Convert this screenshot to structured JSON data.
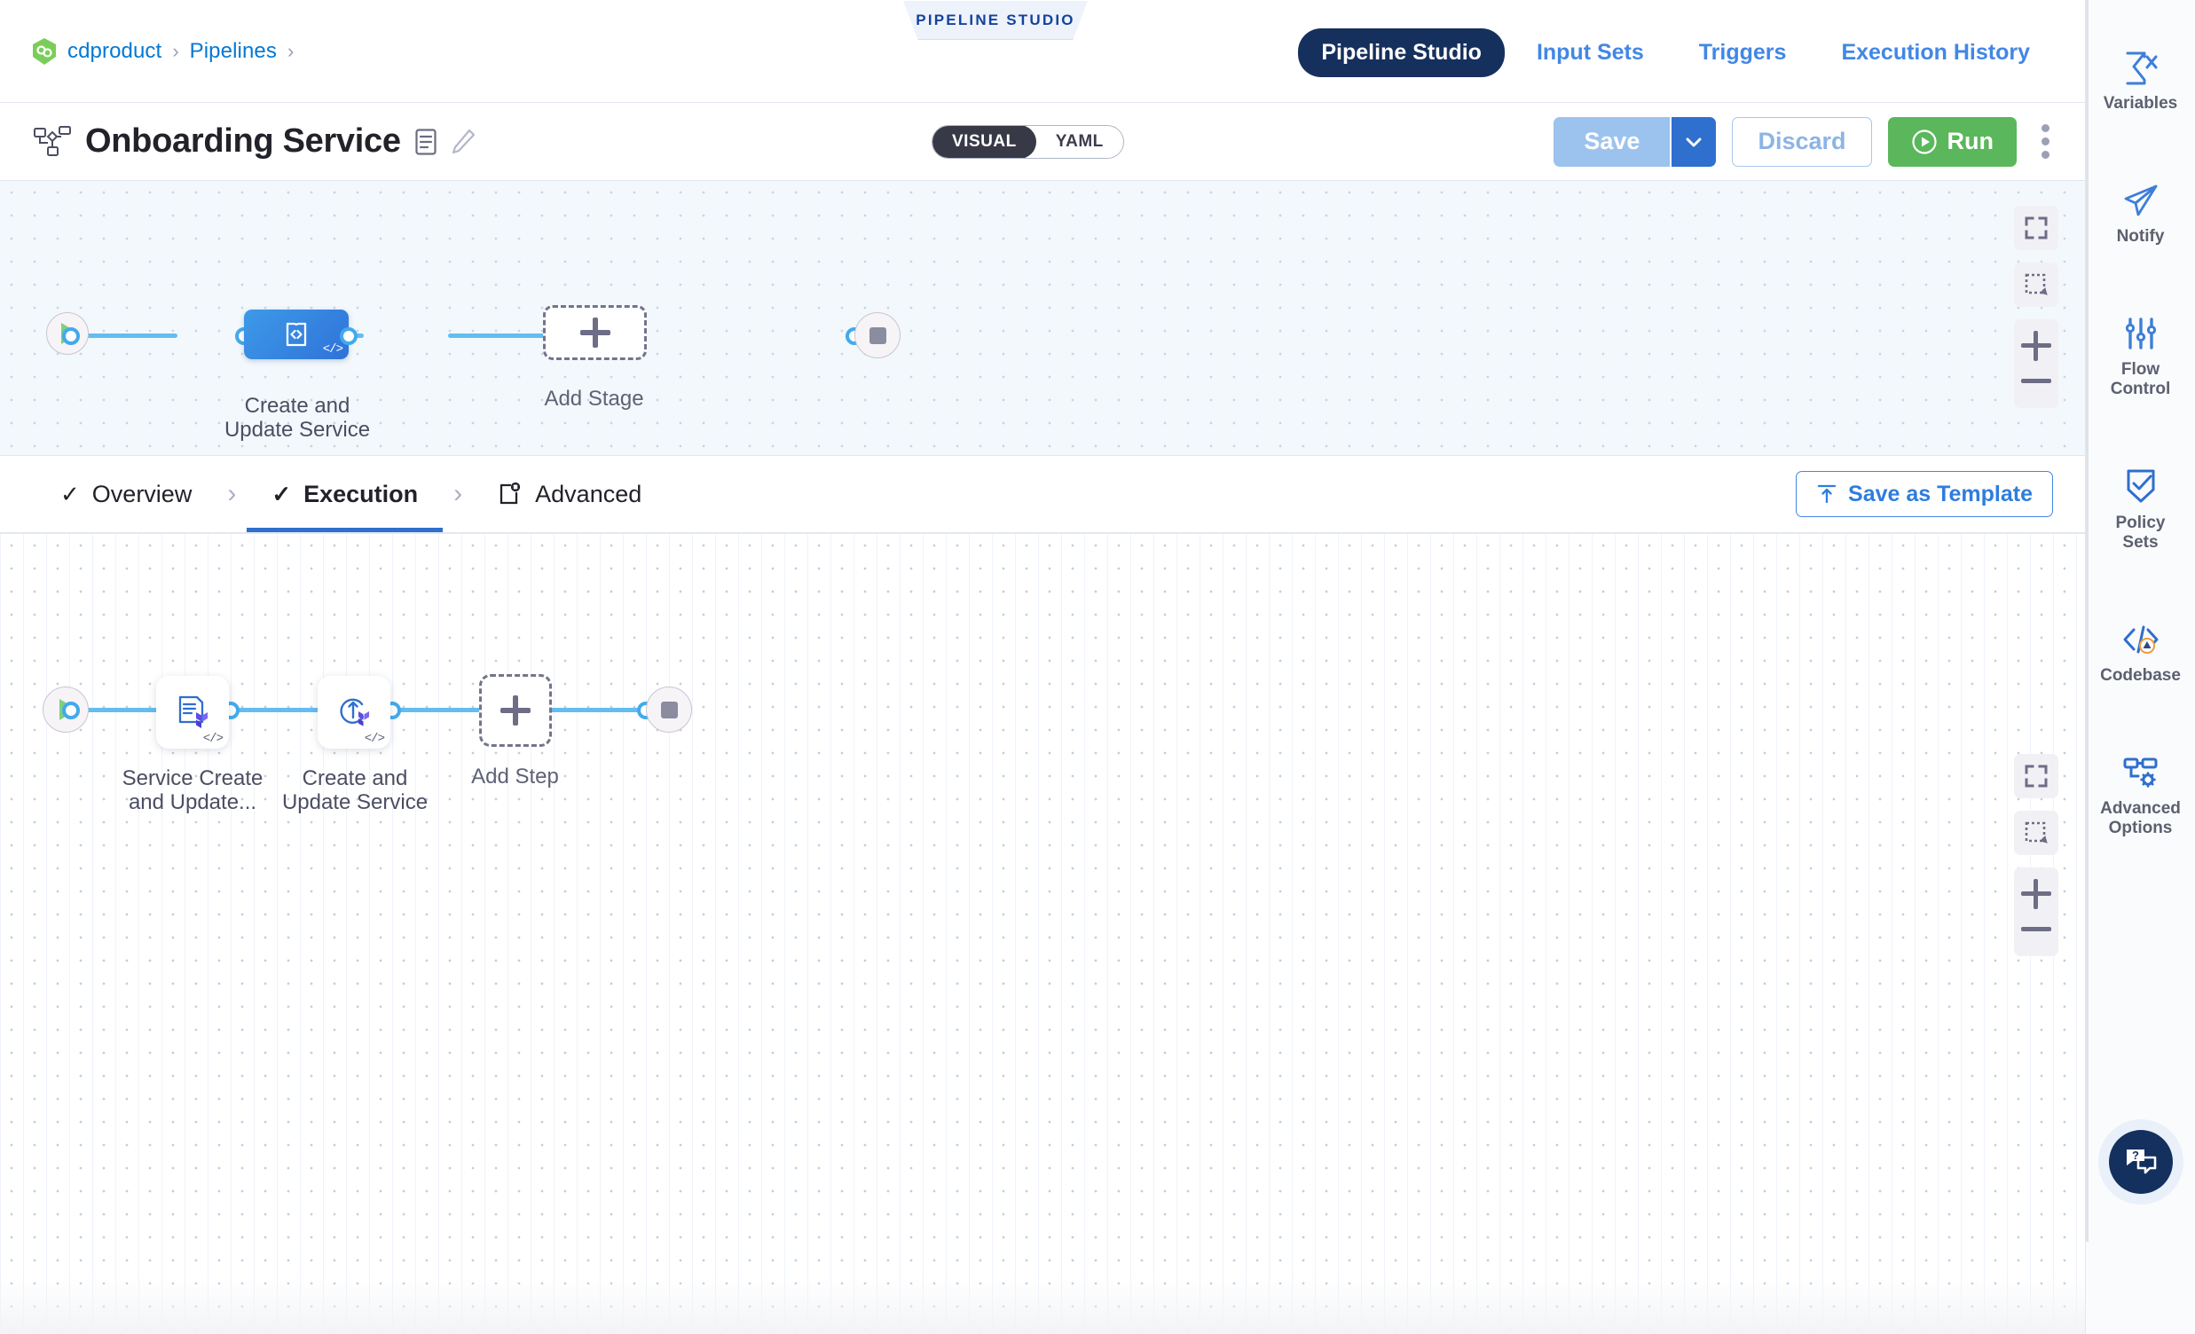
{
  "breadcrumb": {
    "logo_icon": "harness-logo-icon",
    "items": [
      "cdproduct",
      "Pipelines"
    ],
    "separator": "›"
  },
  "studio_tab": {
    "label": "PIPELINE STUDIO"
  },
  "topnav": {
    "items": [
      {
        "label": "Pipeline Studio",
        "active": true
      },
      {
        "label": "Input Sets",
        "active": false
      },
      {
        "label": "Triggers",
        "active": false
      },
      {
        "label": "Execution History",
        "active": false
      }
    ]
  },
  "title_bar": {
    "pipeline_icon": "pipeline-icon",
    "title": "Onboarding Service",
    "description_icon": "description-icon",
    "edit_icon": "pencil-icon",
    "mode_toggle": {
      "visual": "VISUAL",
      "yaml": "YAML",
      "selected": "VISUAL"
    },
    "save_label": "Save",
    "save_caret_icon": "chevron-down-icon",
    "discard_label": "Discard",
    "run_label": "Run",
    "run_icon": "play-circle-icon",
    "more_icon": "kebab-menu-icon"
  },
  "stage_canvas": {
    "start_icon": "play-icon",
    "stage": {
      "label": "Create and\nUpdate Service",
      "label_line1": "Create and",
      "label_line2": "Update Service",
      "icon": "deployment-stage-icon",
      "template_badge": "</>"
    },
    "add_stage": {
      "label": "Add Stage",
      "icon": "plus-icon"
    },
    "end_icon": "stop-icon",
    "controls": [
      {
        "name": "fit-to-screen",
        "icon": "fullscreen-icon"
      },
      {
        "name": "selection-box",
        "icon": "dashed-square-icon"
      },
      {
        "name": "zoom-in",
        "icon": "plus-icon"
      },
      {
        "name": "zoom-out",
        "icon": "minus-icon"
      }
    ]
  },
  "tabs": {
    "items": [
      {
        "label": "Overview",
        "icon": "check-icon",
        "active": false
      },
      {
        "label": "Execution",
        "icon": "check-icon",
        "active": true
      },
      {
        "label": "Advanced",
        "icon": "advanced-icon",
        "active": false
      }
    ],
    "separator": "›",
    "save_as_template": {
      "label": "Save as Template",
      "icon": "template-upload-icon"
    }
  },
  "steps_canvas": {
    "start_icon": "play-icon",
    "steps": [
      {
        "label_line1": "Service Create",
        "label_line2": "and Update...",
        "icon": "terraform-plan-icon",
        "template_badge": "</>"
      },
      {
        "label_line1": "Create and",
        "label_line2": "Update Service",
        "icon": "terraform-apply-icon",
        "template_badge": "</>"
      }
    ],
    "add_step": {
      "label": "Add Step",
      "icon": "plus-icon"
    },
    "end_icon": "stop-icon",
    "controls": [
      {
        "name": "fit-to-screen",
        "icon": "fullscreen-icon"
      },
      {
        "name": "selection-box",
        "icon": "dashed-square-icon"
      },
      {
        "name": "zoom-in",
        "icon": "plus-icon"
      },
      {
        "name": "zoom-out",
        "icon": "minus-icon"
      }
    ]
  },
  "rail": {
    "items": [
      {
        "label": "Variables",
        "icon": "sigma-x-icon"
      },
      {
        "label": "Notify",
        "icon": "paper-plane-icon"
      },
      {
        "label": "Flow\nControl",
        "icon": "sliders-icon",
        "l1": "Flow",
        "l2": "Control"
      },
      {
        "label": "Policy\nSets",
        "icon": "shield-check-icon",
        "l1": "Policy",
        "l2": "Sets"
      },
      {
        "label": "Codebase",
        "icon": "codebase-warning-icon"
      },
      {
        "label": "Advanced\nOptions",
        "icon": "advanced-options-icon",
        "l1": "Advanced",
        "l2": "Options"
      }
    ],
    "help_button": {
      "icon": "help-chat-icon",
      "label": "?"
    }
  },
  "colors": {
    "accent_blue": "#2f6fce",
    "link_blue": "#0278d5",
    "nav_active_bg": "#16305e",
    "run_green": "#5bb75b",
    "edge_blue": "#42aaec",
    "stage_blue": "#3d9ae8",
    "terraform_purple": "#5c4ee5"
  }
}
